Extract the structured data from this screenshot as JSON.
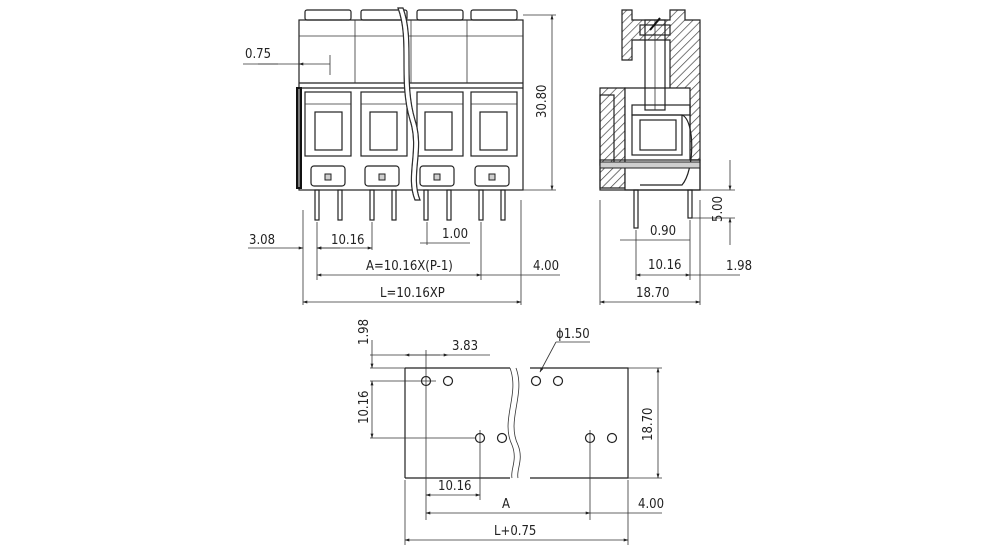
{
  "front_view": {
    "dim_pin_offset": "0.75",
    "dim_height": "30.80",
    "dim_edge_left": "3.08",
    "dim_pitch": "10.16",
    "dim_pin_dia": "1.00",
    "dim_A": "A=10.16X(P-1)",
    "dim_edge_right": "4.00",
    "dim_L": "L=10.16XP"
  },
  "side_view": {
    "dim_pin_length": "5.00",
    "dim_pin_width": "0.90",
    "dim_pin_spacing": "10.16",
    "dim_pin_edge": "1.98",
    "dim_depth": "18.70"
  },
  "footprint": {
    "dim_top_offset": "1.98",
    "dim_hole_offset": "3.83",
    "dim_hole_dia": "ϕ1.50",
    "dim_row_spacing": "10.16",
    "dim_depth": "18.70",
    "dim_pitch": "10.16",
    "dim_A": "A",
    "dim_edge": "4.00",
    "dim_L": "L+0.75"
  }
}
